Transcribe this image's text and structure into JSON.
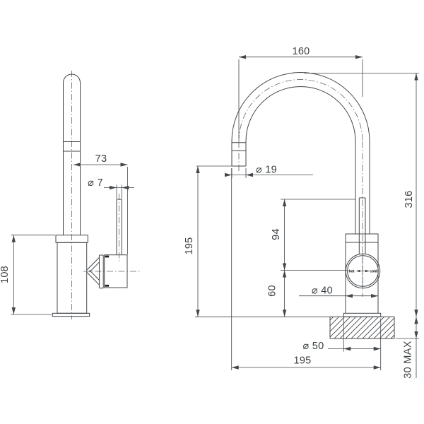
{
  "drawing": {
    "type": "faucet-mixer-technical-drawing",
    "style": {
      "line_color": "#43474b",
      "background": "#ffffff"
    },
    "dimensions": {
      "side_view": {
        "spout_to_handle": "73",
        "lever_rod_diameter": "⌀ 7",
        "body_height": "108"
      },
      "front_view": {
        "spout_arc_width": "160",
        "spout_outlet_diameter": "⌀ 19",
        "overall_height": "316",
        "outlet_clearance": "195",
        "pivot_height": "94",
        "lower_body_height": "60",
        "body_diameter": "⌀ 40",
        "flange_diameter": "⌀ 50",
        "horizontal_reach": "195",
        "max_bench_thickness": "30 MAX"
      }
    },
    "handle_labels": {
      "hot": "hot",
      "cold": "cold"
    }
  }
}
